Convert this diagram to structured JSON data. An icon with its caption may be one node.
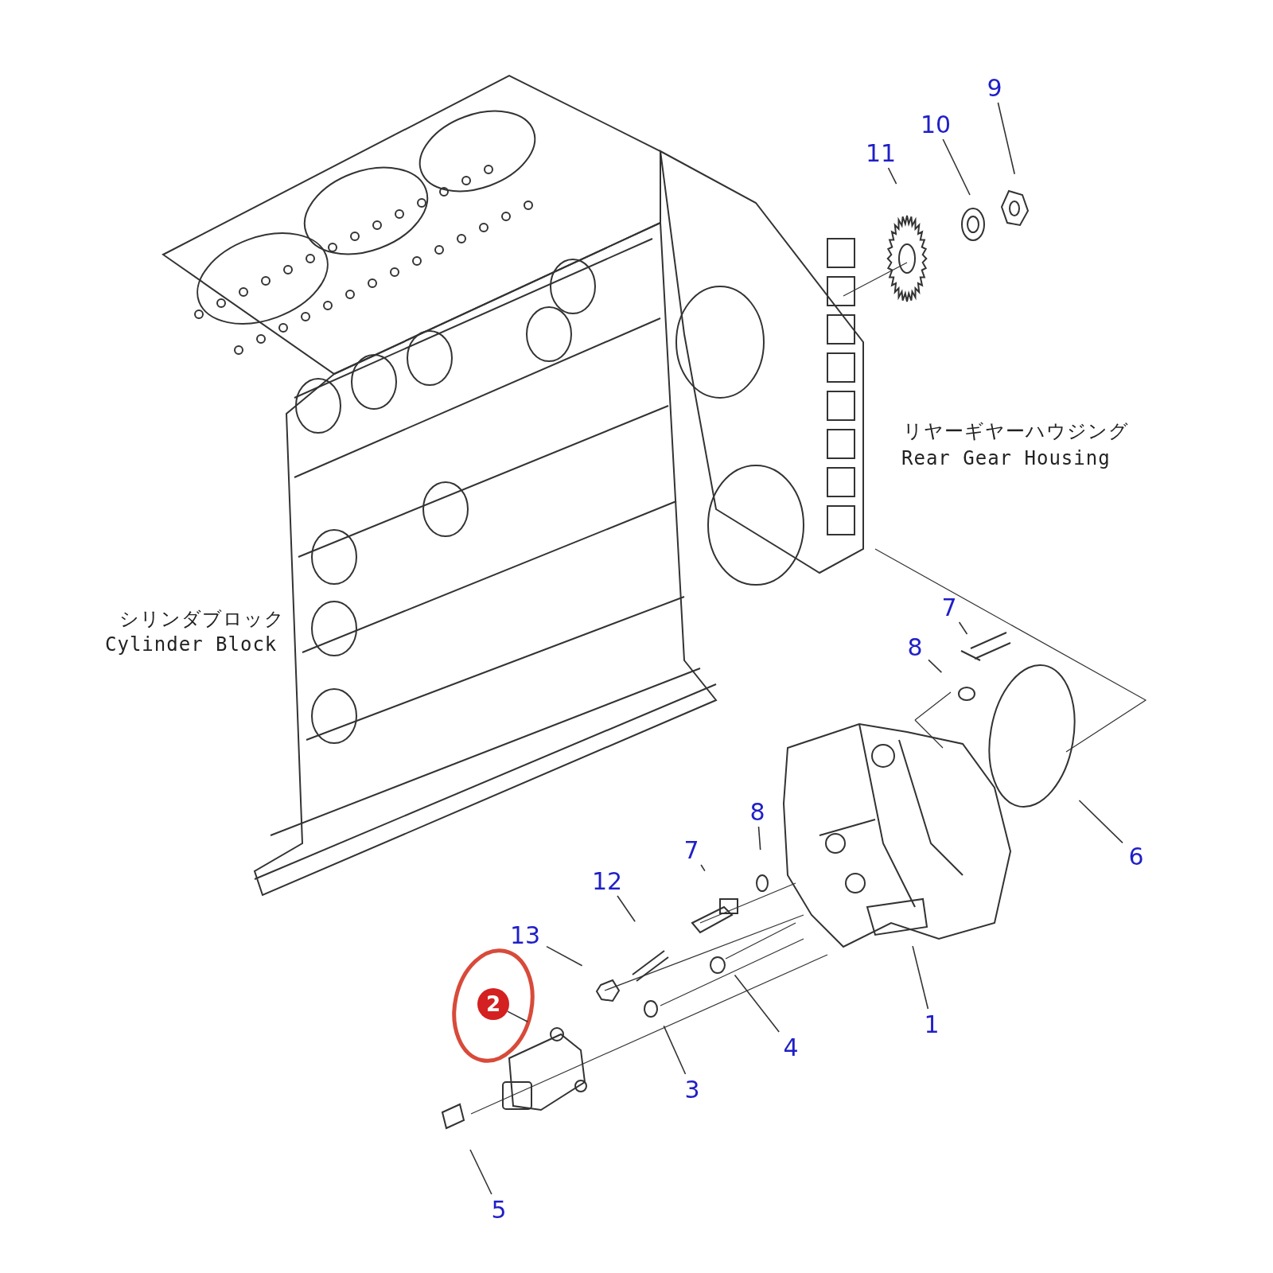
{
  "diagram": {
    "nodes": [
      {
        "text": [
          "9"
        ]
      },
      {
        "text": [
          "10"
        ]
      },
      {
        "text": [
          "11"
        ]
      },
      {
        "text": [
          "7"
        ]
      },
      {
        "text": [
          "8"
        ]
      },
      {
        "text": [
          "6"
        ]
      },
      {
        "text": [
          "8"
        ]
      },
      {
        "text": [
          "7"
        ]
      },
      {
        "text": [
          "12"
        ]
      },
      {
        "text": [
          "13"
        ]
      },
      {
        "text": [
          "2"
        ]
      },
      {
        "text": [
          "3"
        ]
      },
      {
        "text": [
          "4"
        ]
      },
      {
        "text": [
          "1"
        ]
      },
      {
        "text": [
          "5"
        ]
      }
    ],
    "edges": [
      {
        "from": 0,
        "to": null,
        "arrow": "none"
      },
      {
        "from": 1,
        "to": null,
        "arrow": "none"
      },
      {
        "from": 2,
        "to": null,
        "arrow": "none"
      },
      {
        "from": 3,
        "to": null,
        "arrow": "none"
      },
      {
        "from": 4,
        "to": null,
        "arrow": "none"
      },
      {
        "from": 5,
        "to": null,
        "arrow": "none"
      },
      {
        "from": 6,
        "to": null,
        "arrow": "none"
      },
      {
        "from": 7,
        "to": null,
        "arrow": "none"
      },
      {
        "from": 8,
        "to": null,
        "arrow": "none"
      },
      {
        "from": 9,
        "to": null,
        "arrow": "none"
      },
      {
        "from": 10,
        "to": null,
        "arrow": "none"
      },
      {
        "from": 11,
        "to": null,
        "arrow": "none"
      },
      {
        "from": 12,
        "to": null,
        "arrow": "none"
      },
      {
        "from": 13,
        "to": null,
        "arrow": "none"
      },
      {
        "from": 14,
        "to": null,
        "arrow": "none"
      }
    ],
    "labels": [
      "リヤーギヤーハウジング",
      "Rear Gear Housing",
      "シリンダブロック",
      "Cylinder Block"
    ]
  }
}
